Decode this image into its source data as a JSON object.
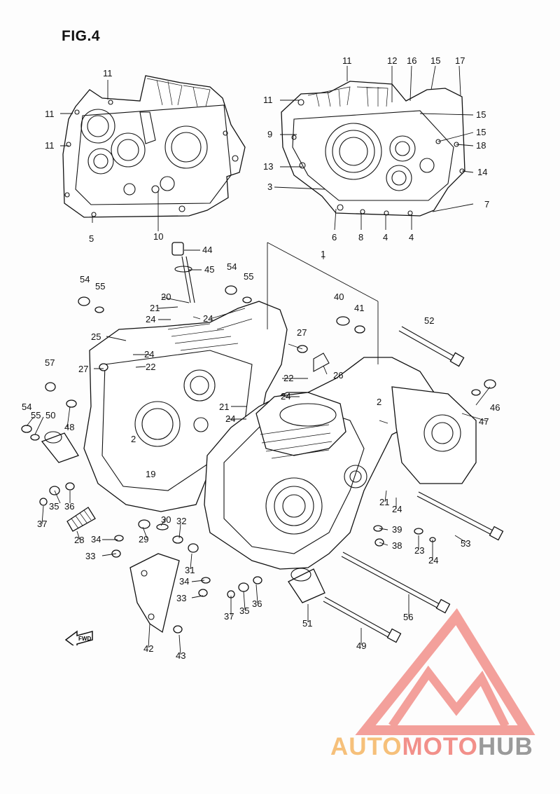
{
  "figure": {
    "title": "FIG.4"
  },
  "watermark": {
    "part1": "AUTO",
    "part2": "MOTO",
    "part3": "HUB",
    "color_part1": "#f6c07a",
    "color_part2": "#f2908a",
    "color_part3": "#9a9a9a",
    "logo_icon": "triangle-m-logo-icon"
  },
  "arrow": {
    "label": "FWD",
    "icon": "forward-arrow-icon"
  },
  "callouts": [
    "11",
    "11",
    "11",
    "11",
    "5",
    "10",
    "11",
    "12",
    "16",
    "15",
    "17",
    "11",
    "15",
    "9",
    "15",
    "18",
    "13",
    "14",
    "3",
    "7",
    "6",
    "8",
    "4",
    "4",
    "44",
    "45",
    "1",
    "54",
    "55",
    "54",
    "55",
    "20",
    "21",
    "24",
    "24",
    "25",
    "24",
    "22",
    "27",
    "57",
    "2",
    "40",
    "41",
    "52",
    "27",
    "26",
    "22",
    "24",
    "21",
    "24",
    "2",
    "46",
    "47",
    "54",
    "55",
    "50",
    "48",
    "19",
    "36",
    "35",
    "37",
    "28",
    "34",
    "33",
    "30",
    "29",
    "32",
    "31",
    "34",
    "33",
    "37",
    "35",
    "36",
    "21",
    "24",
    "39",
    "23",
    "38",
    "24",
    "53",
    "56",
    "51",
    "42",
    "43",
    "49"
  ]
}
